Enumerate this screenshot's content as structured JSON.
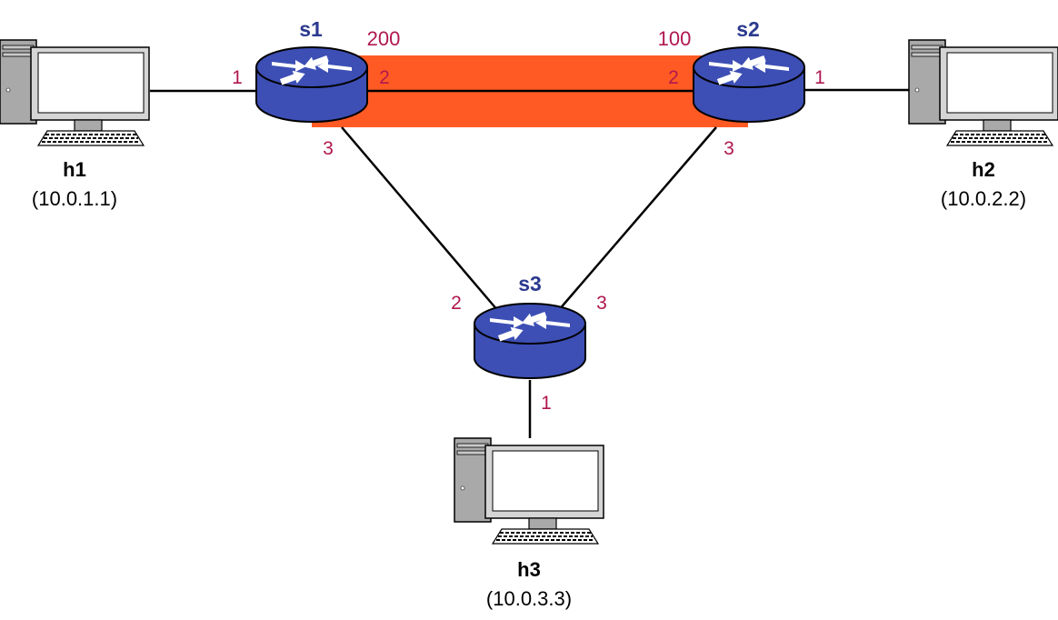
{
  "colors": {
    "switch_fill": "#3d4fb5",
    "switch_stroke": "#000000",
    "switch_label": "#2b3a8f",
    "port_label": "#b0174f",
    "highlight": "#ff5a23",
    "link": "#000000"
  },
  "switches": {
    "s1": {
      "name": "s1",
      "weight": "200"
    },
    "s2": {
      "name": "s2",
      "weight": "100"
    },
    "s3": {
      "name": "s3"
    }
  },
  "hosts": {
    "h1": {
      "name": "h1",
      "ip": "(10.0.1.1)"
    },
    "h2": {
      "name": "h2",
      "ip": "(10.0.2.2)"
    },
    "h3": {
      "name": "h3",
      "ip": "(10.0.3.3)"
    }
  },
  "ports": {
    "s1_h1": "1",
    "s1_s2": "2",
    "s1_s3": "3",
    "s2_h2": "1",
    "s2_s1": "2",
    "s2_s3": "3",
    "s3_s1": "2",
    "s3_s2": "3",
    "s3_h3": "1"
  },
  "icons": {
    "switch": "router-switch-icon",
    "host": "desktop-computer-icon"
  }
}
